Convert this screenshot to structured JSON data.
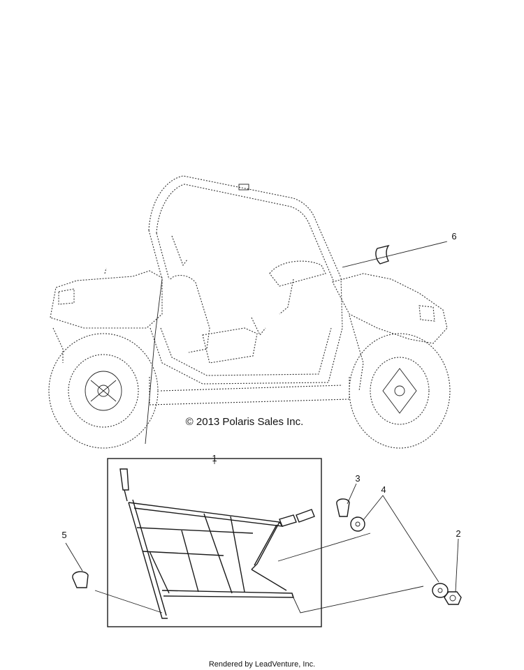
{
  "copyright": "© 2013 Polaris Sales Inc.",
  "footer": "Rendered by LeadVenture, Inc.",
  "callouts": [
    "1",
    "2",
    "3",
    "4",
    "5",
    "6"
  ]
}
